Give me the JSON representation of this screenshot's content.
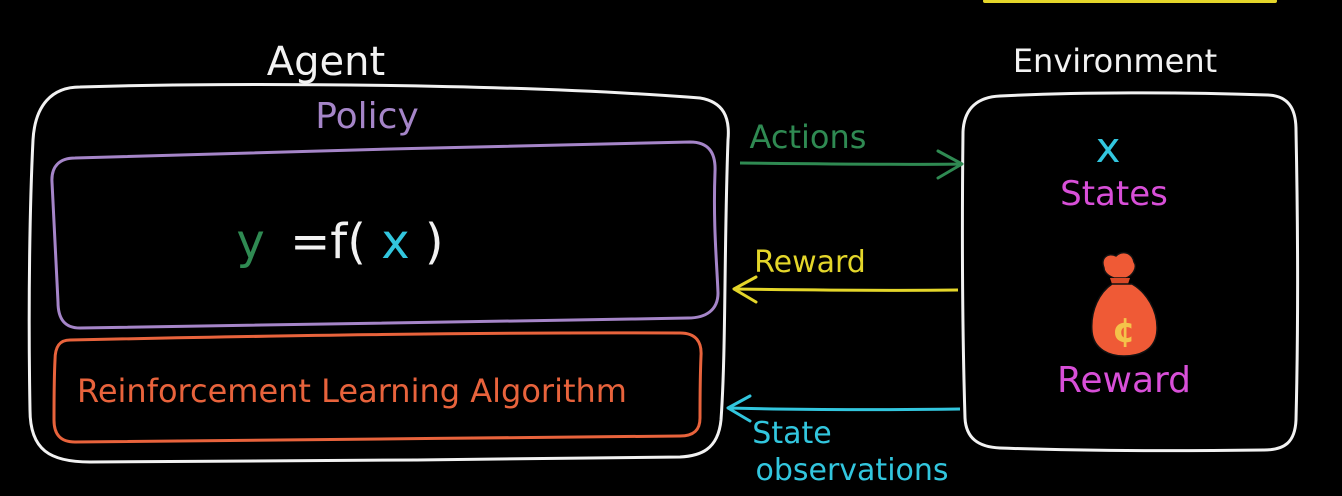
{
  "colors": {
    "background": "#000000",
    "white": "#f2f2f2",
    "policy": "#a585c8",
    "rl": "#e8633c",
    "actions": "#2f8a52",
    "reward": "#e4d62a",
    "state": "#32c6de",
    "states_label": "#d84fd8",
    "money_bag": "#ef5a36",
    "y_green": "#2f8a52",
    "x_cyan": "#32c6de"
  },
  "agent": {
    "title": "Agent",
    "policy_label": "Policy",
    "equation": {
      "y": "y",
      "middle": "=f(",
      "x": "x",
      "end": ")"
    },
    "algorithm_label": "Reinforcement Learning Algorithm"
  },
  "environment": {
    "title": "Environment",
    "x_symbol": "x",
    "states_label": "States",
    "reward_label": "Reward",
    "money_bag_icon": "money-bag-icon",
    "cent_symbol": "¢"
  },
  "arrows": {
    "actions": "Actions",
    "reward": "Reward",
    "state_line1": "State",
    "state_line2": "observations"
  }
}
